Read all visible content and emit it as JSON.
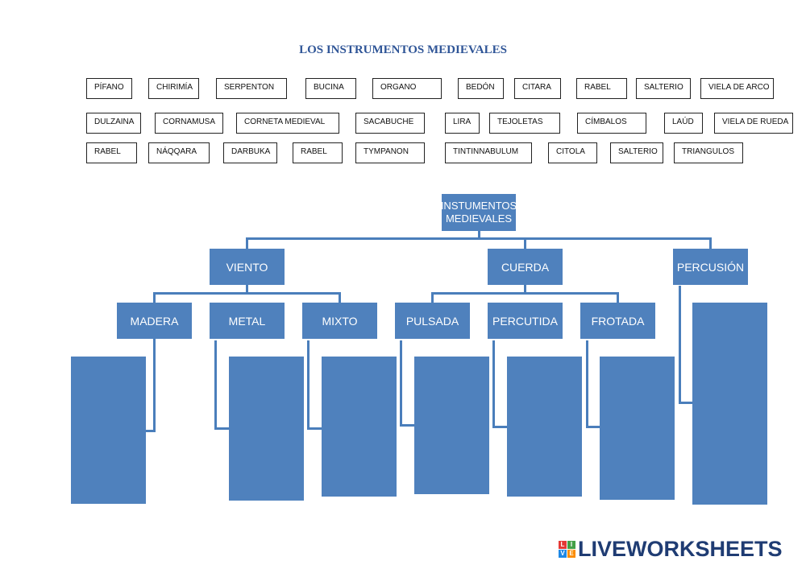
{
  "title": "LOS INSTRUMENTOS MEDIEVALES",
  "word_bank": {
    "row1": [
      "PÍFANO",
      "CHIRIMÍA",
      "SERPENTON",
      "BUCINA",
      "ORGANO",
      "BEDÓN",
      "CITARA",
      "RABEL",
      "SALTERIO",
      "VIELA DE ARCO"
    ],
    "row2": [
      "DULZAINA",
      "CORNAMUSA",
      "CORNETA  MEDIEVAL",
      "SACABUCHE",
      "LIRA",
      "TEJOLETAS",
      "CÍMBALOS",
      "LAÚD",
      "VIELA DE RUEDA"
    ],
    "row3": [
      "RABEL",
      "NÁQQARA",
      "DARBUKA",
      "RABEL",
      "TYMPANON",
      "TINTINNABULUM",
      "CITOLA",
      "SALTERIO",
      "TRIANGULOS"
    ]
  },
  "tree": {
    "root": [
      "INSTUMENTOS",
      "MEDIEVALES"
    ],
    "level1": [
      "VIENTO",
      "CUERDA",
      "PERCUSIÓN"
    ],
    "level2": [
      "MADERA",
      "METAL",
      "MIXTO",
      "PULSADA",
      "PERCUTIDA",
      "FROTADA"
    ]
  },
  "colors": {
    "node_fill": "#4f81bd",
    "title": "#2f5597",
    "connector": "#4a7ebb"
  },
  "logo": {
    "text": "LIVEWORKSHEETS",
    "mark_letters": [
      "L",
      "I",
      "V",
      "E"
    ]
  }
}
